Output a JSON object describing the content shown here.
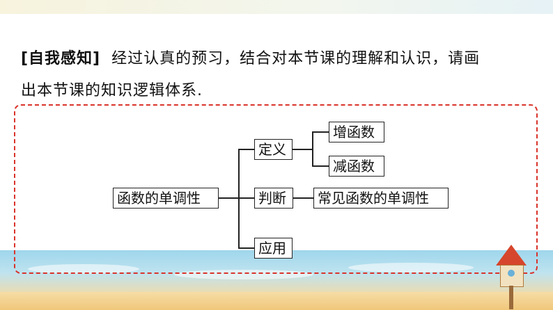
{
  "intro": {
    "tag": "[自我感知]",
    "line1": "经过认真的预习，结合对本节课的理解和认识，请画",
    "line2": "出本节课的知识逻辑体系."
  },
  "diagram": {
    "root": "函数的单调性",
    "definition": "定义",
    "increasing": "增函数",
    "decreasing": "减函数",
    "judgment": "判断",
    "common": "常见函数的单调性",
    "application": "应用"
  },
  "colors": {
    "frame_border": "#d9332b",
    "text": "#111111"
  }
}
